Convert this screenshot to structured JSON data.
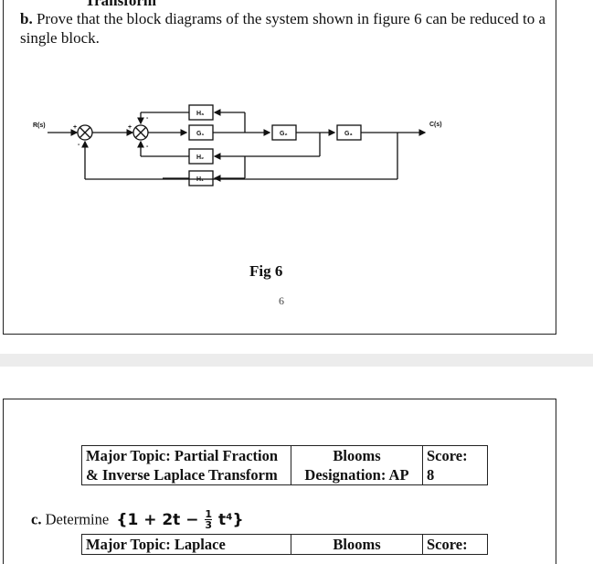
{
  "page": {
    "top_clipped_text": "Transform"
  },
  "question_b": {
    "label": "b.",
    "text": "Prove that the block diagrams of the system shown in figure 6 can be reduced to a single block."
  },
  "figure": {
    "input_label": "R(s)",
    "output_label": "C(s)",
    "blocks": [
      "H₃",
      "G₁",
      "G₂",
      "G₃",
      "H₂",
      "H₁"
    ],
    "signs": [
      "+",
      "-",
      "+",
      "-",
      "-"
    ],
    "caption": "Fig 6",
    "page_number": "6"
  },
  "meta_row_1": {
    "topic": "Major Topic: Partial Fraction & Inverse Laplace Transform",
    "blooms_1": "Blooms",
    "blooms_2": "Designation: AP",
    "score_label": "Score:",
    "score_value": "8"
  },
  "question_c": {
    "label": "c.",
    "text": "Determine",
    "expr_left": "{1 + 2t −",
    "frac_num": "1",
    "frac_den": "3",
    "expr_right": "t⁴}"
  },
  "meta_row_2": {
    "topic": "Major Topic: Laplace",
    "blooms": "Blooms",
    "score_label": "Score:"
  }
}
